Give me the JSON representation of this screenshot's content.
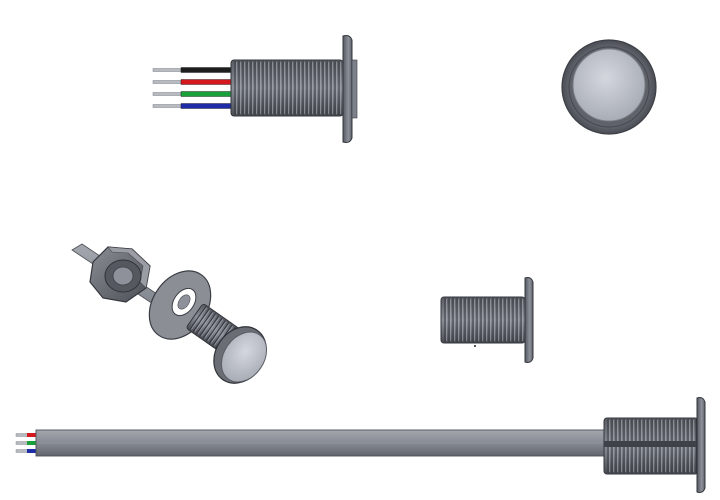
{
  "colors": {
    "background": "#ffffff",
    "body_gray": "#6e7179",
    "body_dark": "#3a3d44",
    "body_light": "#9ea2aa",
    "face_light": "#c9ccd4",
    "pin_silver": "#b8bcc2",
    "wire_black": "#1e1e1e",
    "wire_red": "#d4191e",
    "wire_green": "#19a03a",
    "wire_blue": "#1e2ca8",
    "cable_gray": "#8e9199"
  },
  "views": [
    {
      "name": "side-view-with-wires",
      "wires": [
        "wire_black",
        "wire_red",
        "wire_green",
        "wire_blue"
      ]
    },
    {
      "name": "front-view"
    },
    {
      "name": "exploded-assembly-view"
    },
    {
      "name": "side-view-bare"
    },
    {
      "name": "side-view-with-cable",
      "wires": [
        "wire_red",
        "wire_green",
        "wire_blue"
      ]
    }
  ]
}
